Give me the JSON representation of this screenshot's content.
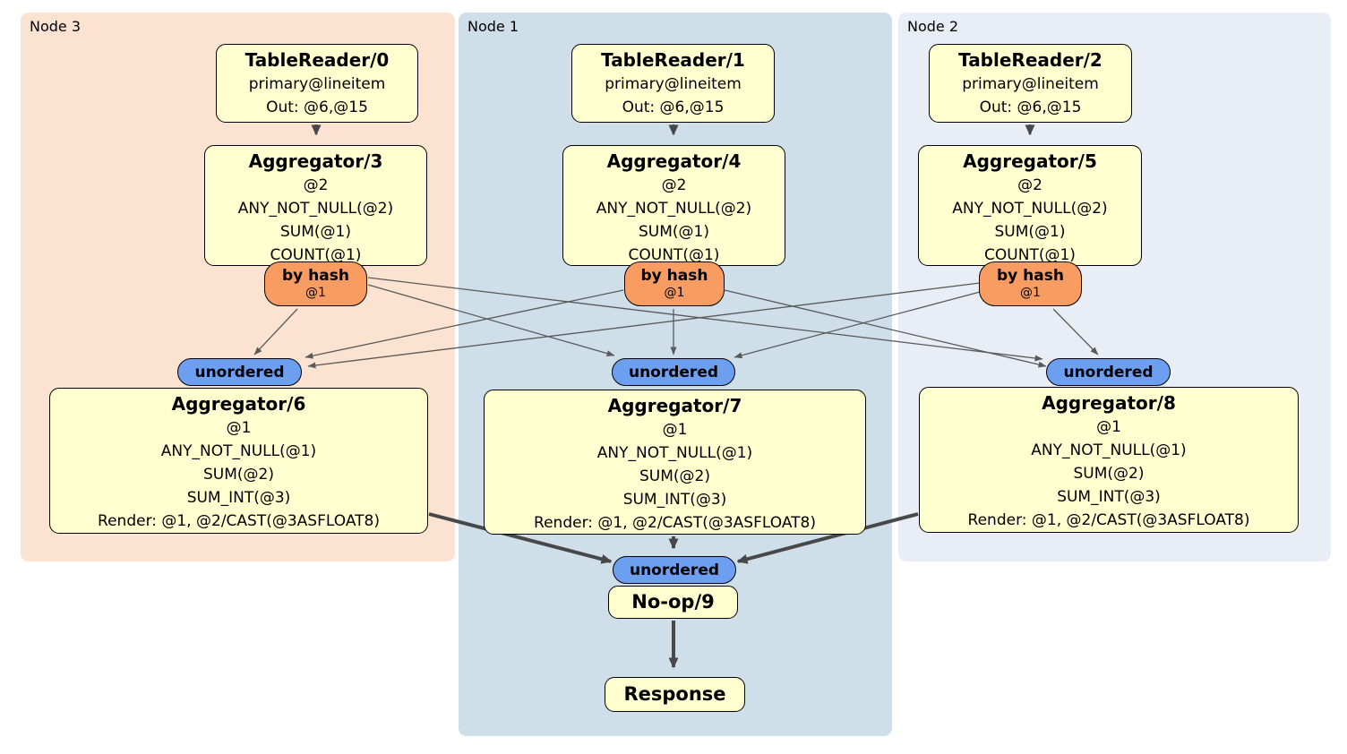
{
  "colors": {
    "node3_bg": "#fce3d1",
    "node1_bg": "#cfdfe9",
    "node2_bg": "#e9edf6",
    "operator_fill": "#ffffcf",
    "router_fill": "#f89c61",
    "stream_fill": "#6d9ff1",
    "edge_thin": "#5a5a5a",
    "edge_thick": "#484848"
  },
  "diagram": {
    "nodes": [
      {
        "label": "Node 3",
        "table_reader": {
          "title": "TableReader/0",
          "lines": [
            "primary@lineitem",
            "Out: @6,@15"
          ]
        },
        "aggregator_top": {
          "title": "Aggregator/3",
          "lines": [
            "@2",
            "ANY_NOT_NULL(@2)",
            "SUM(@1)",
            "COUNT(@1)"
          ]
        },
        "router": {
          "label": "by hash",
          "detail": "@1"
        },
        "stream": {
          "label": "unordered"
        },
        "aggregator_bottom": {
          "title": "Aggregator/6",
          "lines": [
            "@1",
            "ANY_NOT_NULL(@1)",
            "SUM(@2)",
            "SUM_INT(@3)",
            "Render: @1, @2/CAST(@3ASFLOAT8)"
          ]
        }
      },
      {
        "label": "Node 1",
        "table_reader": {
          "title": "TableReader/1",
          "lines": [
            "primary@lineitem",
            "Out: @6,@15"
          ]
        },
        "aggregator_top": {
          "title": "Aggregator/4",
          "lines": [
            "@2",
            "ANY_NOT_NULL(@2)",
            "SUM(@1)",
            "COUNT(@1)"
          ]
        },
        "router": {
          "label": "by hash",
          "detail": "@1"
        },
        "stream": {
          "label": "unordered"
        },
        "aggregator_bottom": {
          "title": "Aggregator/7",
          "lines": [
            "@1",
            "ANY_NOT_NULL(@1)",
            "SUM(@2)",
            "SUM_INT(@3)",
            "Render: @1, @2/CAST(@3ASFLOAT8)"
          ]
        }
      },
      {
        "label": "Node 2",
        "table_reader": {
          "title": "TableReader/2",
          "lines": [
            "primary@lineitem",
            "Out: @6,@15"
          ]
        },
        "aggregator_top": {
          "title": "Aggregator/5",
          "lines": [
            "@2",
            "ANY_NOT_NULL(@2)",
            "SUM(@1)",
            "COUNT(@1)"
          ]
        },
        "router": {
          "label": "by hash",
          "detail": "@1"
        },
        "stream": {
          "label": "unordered"
        },
        "aggregator_bottom": {
          "title": "Aggregator/8",
          "lines": [
            "@1",
            "ANY_NOT_NULL(@1)",
            "SUM(@2)",
            "SUM_INT(@3)",
            "Render: @1, @2/CAST(@3ASFLOAT8)"
          ]
        }
      }
    ],
    "final": {
      "stream": {
        "label": "unordered"
      },
      "noop": {
        "title": "No-op/9"
      },
      "response": {
        "title": "Response"
      }
    }
  }
}
